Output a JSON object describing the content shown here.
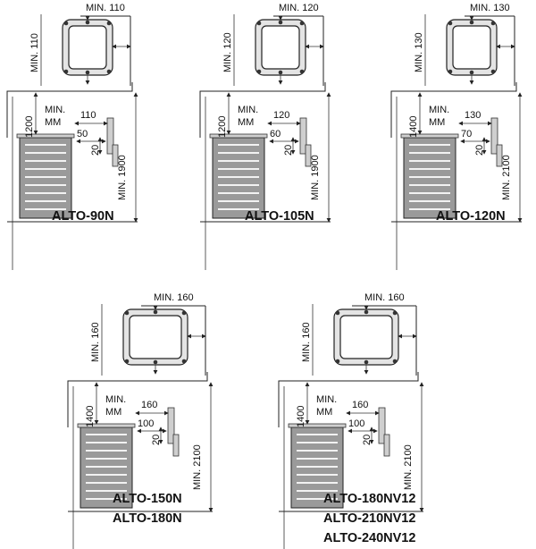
{
  "diagrams": [
    {
      "caption_lines": [
        "ALTO-90N"
      ],
      "top_side_clearance": "MIN. 110",
      "top_wall_clearance": "MIN. 110",
      "height_label": "1200",
      "min_label": "MIN.",
      "mm_label": "MM",
      "side_clearance": "110",
      "stone_clearance": "50",
      "vertical_clearance": "20",
      "total_height": "MIN. 1900"
    },
    {
      "caption_lines": [
        "ALTO-105N"
      ],
      "top_side_clearance": "MIN. 120",
      "top_wall_clearance": "MIN. 120",
      "height_label": "1200",
      "min_label": "MIN.",
      "mm_label": "MM",
      "side_clearance": "120",
      "stone_clearance": "60",
      "vertical_clearance": "20",
      "total_height": "MIN. 1900"
    },
    {
      "caption_lines": [
        "ALTO-120N"
      ],
      "top_side_clearance": "MIN. 130",
      "top_wall_clearance": "MIN. 130",
      "height_label": "1400",
      "min_label": "MIN.",
      "mm_label": "MM",
      "side_clearance": "130",
      "stone_clearance": "70",
      "vertical_clearance": "20",
      "total_height": "MIN. 2100"
    },
    {
      "caption_lines": [
        "ALTO-150N",
        "ALTO-180N"
      ],
      "top_side_clearance": "MIN. 160",
      "top_wall_clearance": "MIN. 160",
      "height_label": "1400",
      "min_label": "MIN.",
      "mm_label": "MM",
      "side_clearance": "160",
      "stone_clearance": "100",
      "vertical_clearance": "20",
      "total_height": "MIN. 2100"
    },
    {
      "caption_lines": [
        "ALTO-180NV12",
        "ALTO-210NV12",
        "ALTO-240NV12"
      ],
      "top_side_clearance": "MIN. 160",
      "top_wall_clearance": "MIN. 160",
      "height_label": "1400",
      "min_label": "MIN.",
      "mm_label": "MM",
      "side_clearance": "160",
      "stone_clearance": "100",
      "vertical_clearance": "20",
      "total_height": "MIN. 2100"
    }
  ]
}
